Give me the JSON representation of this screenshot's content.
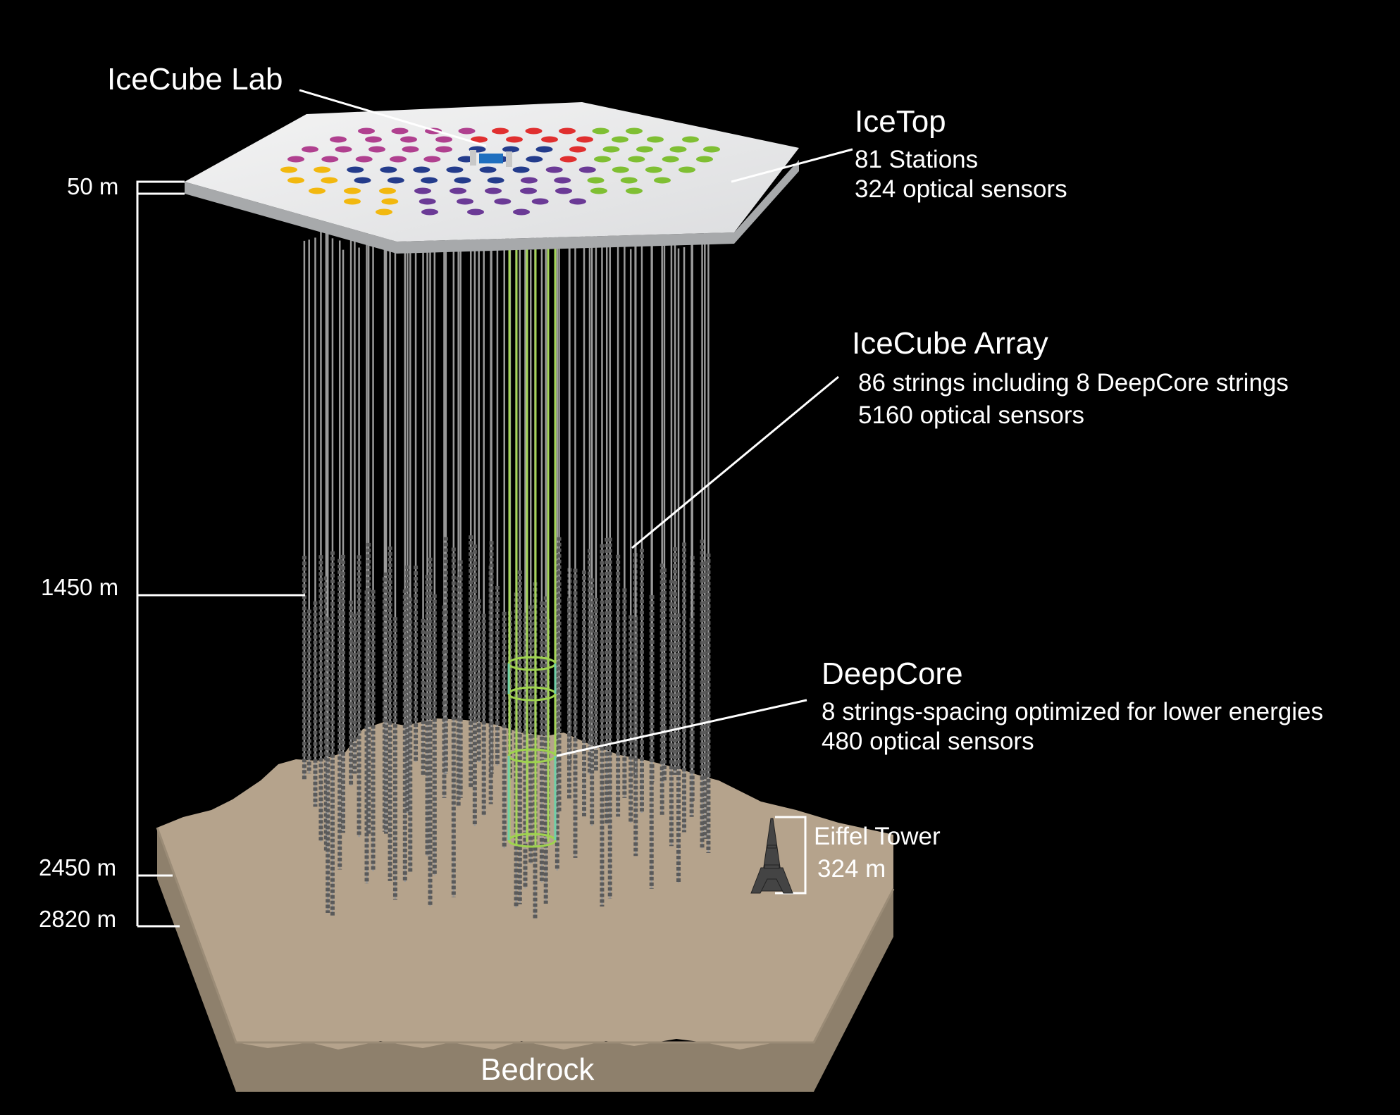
{
  "labels": {
    "icecube_lab": "IceCube Lab",
    "icetop": {
      "title": "IceTop",
      "line1": "81 Stations",
      "line2": "324 optical sensors"
    },
    "array": {
      "title": "IceCube Array",
      "line1": "86 strings including 8 DeepCore strings",
      "line2": "5160 optical sensors"
    },
    "deepcore": {
      "title": "DeepCore",
      "line1": "8 strings-spacing optimized for lower energies",
      "line2": "480 optical sensors"
    },
    "eiffel": {
      "title": "Eiffel Tower",
      "height": "324 m"
    },
    "bedrock": "Bedrock"
  },
  "depth_scale": [
    "50 m",
    "1450 m",
    "2450 m",
    "2820 m"
  ],
  "colors": {
    "background": "#000000",
    "surface": "#e9eaeb",
    "rock_top": "#b5a38c",
    "rock_side": "#8e806c",
    "string": "#9a9a9a",
    "deepcore_string": "#a6d65a",
    "deepcore_outline": "#6fd0a8",
    "station_colors": [
      "#b0408f",
      "#e02f2f",
      "#243c8c",
      "#6b3a96",
      "#f2b80f",
      "#7fbf33"
    ]
  }
}
